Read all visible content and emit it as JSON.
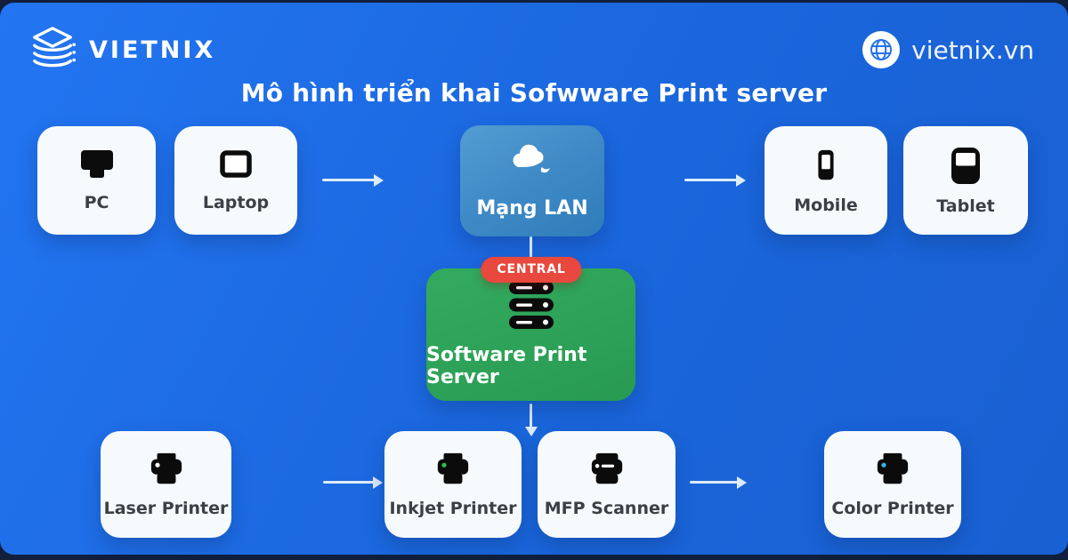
{
  "colors": {
    "bg-navy": "#111f3c",
    "panel-blue-1": "#2375f2",
    "panel-blue-2": "#1a66dc",
    "card-bg": "#f7fafd",
    "card-label": "#3b4046",
    "lan-blue-1": "#539dd3",
    "lan-blue-2": "#2f7cba",
    "server-green-1": "#33ab5f",
    "server-green-2": "#289a51",
    "badge-red": "#e8483d",
    "arrow": "#dcebfc",
    "inkjet-dot-green": "#35c04f",
    "color-dot-cyan": "#31b6f2"
  },
  "header": {
    "logo_text": "VIETNIX",
    "logo_icon": "vietnix-layers-icon",
    "site_text": "vietnix.vn",
    "site_icon": "globe-icon"
  },
  "title": "Mô hình triển khai Sofwware Print server",
  "diagram": {
    "nodes": {
      "pc": {
        "label": "PC",
        "icon": "desktop-pc-icon"
      },
      "laptop": {
        "label": "Laptop",
        "icon": "laptop-icon"
      },
      "lan": {
        "label": "Mạng LAN",
        "icon": "cloud-icon"
      },
      "mobile": {
        "label": "Mobile",
        "icon": "mobile-phone-icon"
      },
      "tablet": {
        "label": "Tablet",
        "icon": "tablet-icon"
      },
      "server": {
        "label": "Software Print Server",
        "badge": "CENTRAL",
        "icon": "server-stack-icon"
      },
      "laser_printer": {
        "label": "Laser Printer",
        "icon": "printer-icon"
      },
      "inkjet_printer": {
        "label": "Inkjet Printer",
        "icon": "printer-icon"
      },
      "mfp_scanner": {
        "label": "MFP Scanner",
        "icon": "printer-scanner-icon"
      },
      "color_printer": {
        "label": "Color Printer",
        "icon": "printer-icon"
      }
    }
  }
}
